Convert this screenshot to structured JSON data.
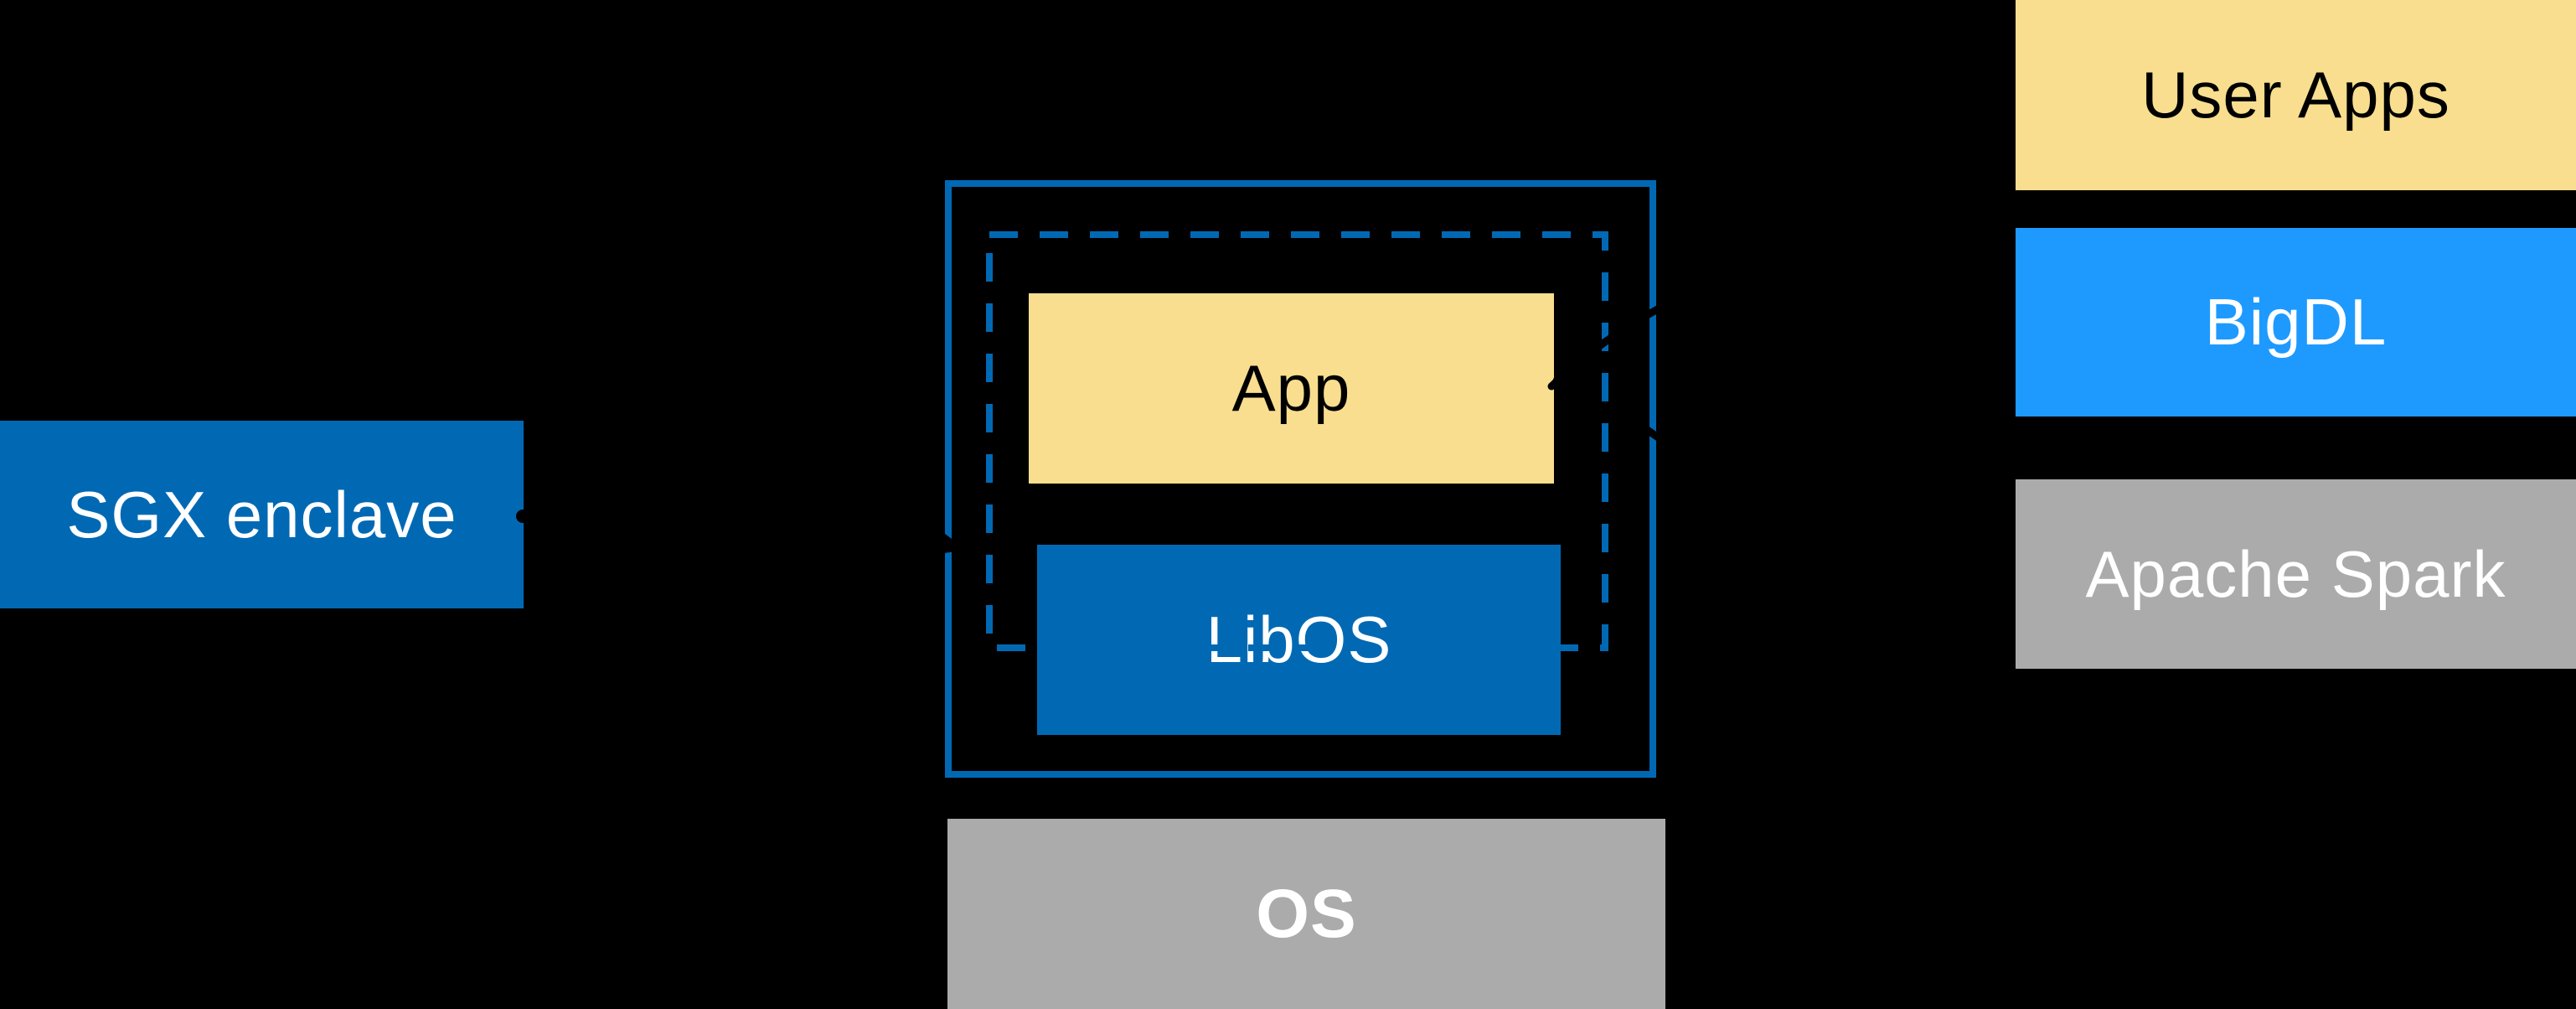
{
  "diagram": {
    "background": "#000000",
    "sgx_box": {
      "label": "SGX enclave",
      "bg": "#0169B4",
      "text_color": "#FFFFFF"
    },
    "enclave_group": {
      "outer_border_color": "#0169B4",
      "dashed_border_color": "#0169B4",
      "app": {
        "label": "App",
        "bg": "#F8DE8E",
        "text_color": "#000000"
      },
      "libos": {
        "label": "LibOS",
        "bg": "#0169B4",
        "text_color": "#FFFFFF"
      }
    },
    "os_box": {
      "label": "OS",
      "bg": "#ABABAB",
      "text_color": "#FFFFFF",
      "bold": true
    },
    "right_stack": [
      {
        "label": "User Apps",
        "bg": "#F8DE8E",
        "text_color": "#000000"
      },
      {
        "label": "BigDL",
        "bg": "#1E9AFF",
        "text_color": "#FFFFFF"
      },
      {
        "label": "Apache Spark",
        "bg": "#ABABAB",
        "text_color": "#FFFFFF"
      }
    ],
    "arrow_color": "#000000"
  }
}
